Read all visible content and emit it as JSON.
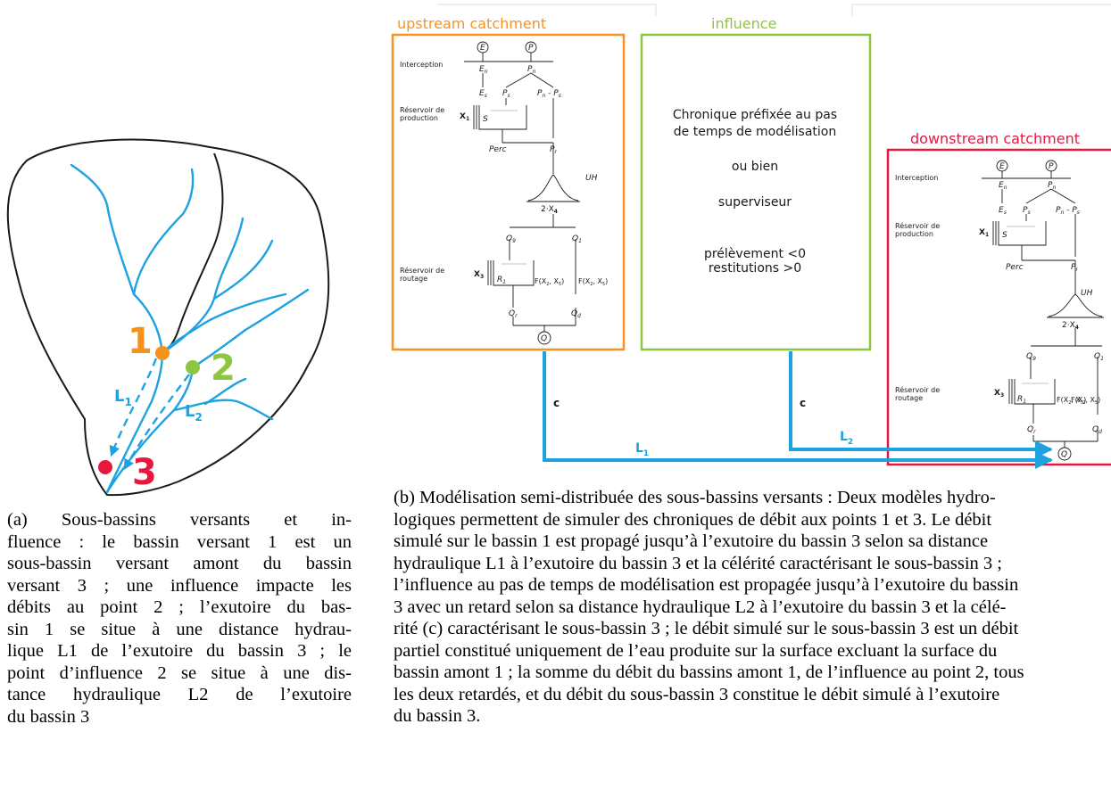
{
  "figure_a": {
    "points": {
      "p1": "1",
      "p2": "2",
      "p3": "3"
    },
    "lengths": {
      "l1_main": "L",
      "l1_sub": "1",
      "l2_main": "L",
      "l2_sub": "2"
    },
    "colors": {
      "river": "#1ea2e0",
      "p1": "#f5921e",
      "p2": "#8dc63f",
      "p3": "#e8173d",
      "outline": "#1a1a1a"
    }
  },
  "figure_b": {
    "upstream": {
      "title": "upstream catchment",
      "interception": "Interception",
      "prod_res_1": "Réservoir de",
      "prod_res_2": "production",
      "rout_res_1": "Réservoir de",
      "rout_res_2": "routage",
      "E": "E",
      "P": "P",
      "En": "E",
      "n": "n",
      "Pn": "P",
      "Es": "E",
      "s": "s",
      "Ps": "P",
      "PnPs": "P",
      "minus": " - P",
      "S": "S",
      "X1": "X",
      "one": "1",
      "Perc": "Perc",
      "Pr": "P",
      "r": "r",
      "UH": "UH",
      "two_x4": "2·X",
      "four": "4",
      "Q9": "Q",
      "nine": "9",
      "Q1": "Q",
      "X3": "X",
      "three": "3",
      "R": "R",
      "F1": "F(X",
      "F1b": ", X",
      "F1c": ")",
      "Qr": "Q",
      "Qd": "Q",
      "d": "d",
      "Q": "Q",
      "sub2": "2",
      "sub5": "5"
    },
    "influence": {
      "title": "influence",
      "line1": "Chronique préfixée au pas",
      "line2": "de temps de modélisation",
      "line3": "ou bien",
      "line4": "superviseur",
      "line5": "prélèvement <0",
      "line6": "restitutions >0"
    },
    "downstream": {
      "title": "downstream catchment"
    },
    "flow": {
      "c1": "c",
      "c2": "c",
      "l1_main": "L",
      "l1_sub": "1",
      "l2_main": "L",
      "l2_sub": "2"
    },
    "colors": {
      "upstream": "#f7931e",
      "influence": "#8dc63f",
      "downstream": "#e8173d",
      "arrow": "#1ea2e0"
    }
  },
  "captions": {
    "a": [
      "(a)  Sous-bassins  versants  et  in-",
      "fluence : le bassin versant 1 est un",
      "sous-bassin versant amont du bassin",
      "versant 3 ; une influence impacte les",
      "débits au point 2 ; l’exutoire du bas-",
      "sin 1 se situe à une distance hydrau-",
      "lique L1 de l’exutoire du bassin 3 ; le",
      "point d’influence 2 se situe à une dis-",
      "tance  hydraulique  L2  de  l’exutoire",
      "du bassin 3"
    ],
    "b": [
      "(b) Modélisation semi-distribuée des sous-bassins versants : Deux modèles hydro-",
      "logiques permettent de simuler des chroniques de débit aux points 1 et 3. Le débit",
      "simulé sur le bassin 1 est propagé jusqu’à l’exutoire du bassin 3 selon sa distance",
      "hydraulique L1 à l’exutoire du bassin 3 et la célérité caractérisant le sous-bassin 3 ;",
      "l’influence au pas de temps de modélisation est propagée jusqu’à l’exutoire du bassin",
      "3 avec un retard selon sa distance hydraulique L2 à l’exutoire du bassin 3 et la célé-",
      "rité (c) caractérisant le sous-bassin 3 ; le débit simulé sur le sous-bassin 3 est un débit",
      "partiel constitué uniquement de l’eau produite sur la surface excluant la surface du",
      "bassin amont 1 ; la somme du débit du bassins amont 1, de l’influence au point 2, tous",
      "les deux retardés, et du débit du sous-bassin 3 constitue le débit simulé à l’exutoire",
      "du bassin 3."
    ]
  }
}
